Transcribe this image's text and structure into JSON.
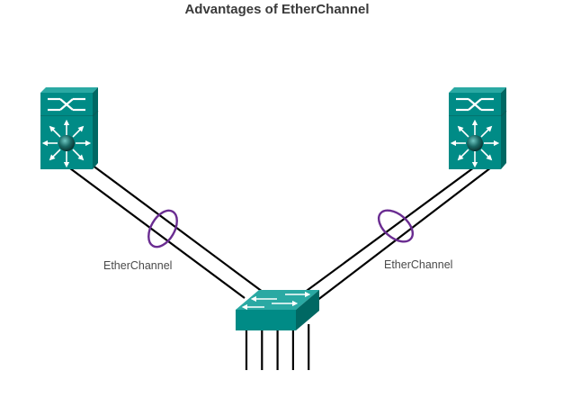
{
  "title": "Advantages of EtherChannel",
  "colors": {
    "device_front": "#008b86",
    "device_top": "#2aa9a3",
    "device_side": "#006863",
    "link": "#000000",
    "etherchannel_ring": "#6a2c91",
    "label": "#4a4a4a",
    "title": "#3a3a3a"
  },
  "devices": [
    {
      "id": "ml-switch-left",
      "type": "multilayer-switch",
      "icon": "multilayer-switch-icon"
    },
    {
      "id": "ml-switch-right",
      "type": "multilayer-switch",
      "icon": "multilayer-switch-icon"
    },
    {
      "id": "access-switch",
      "type": "workgroup-switch",
      "icon": "workgroup-switch-icon",
      "access_ports": 5
    }
  ],
  "bundles": [
    {
      "id": "left-bundle",
      "from": "ml-switch-left",
      "to": "access-switch",
      "links": 2,
      "label": "EtherChannel"
    },
    {
      "id": "right-bundle",
      "from": "ml-switch-right",
      "to": "access-switch",
      "links": 2,
      "label": "EtherChannel"
    }
  ]
}
